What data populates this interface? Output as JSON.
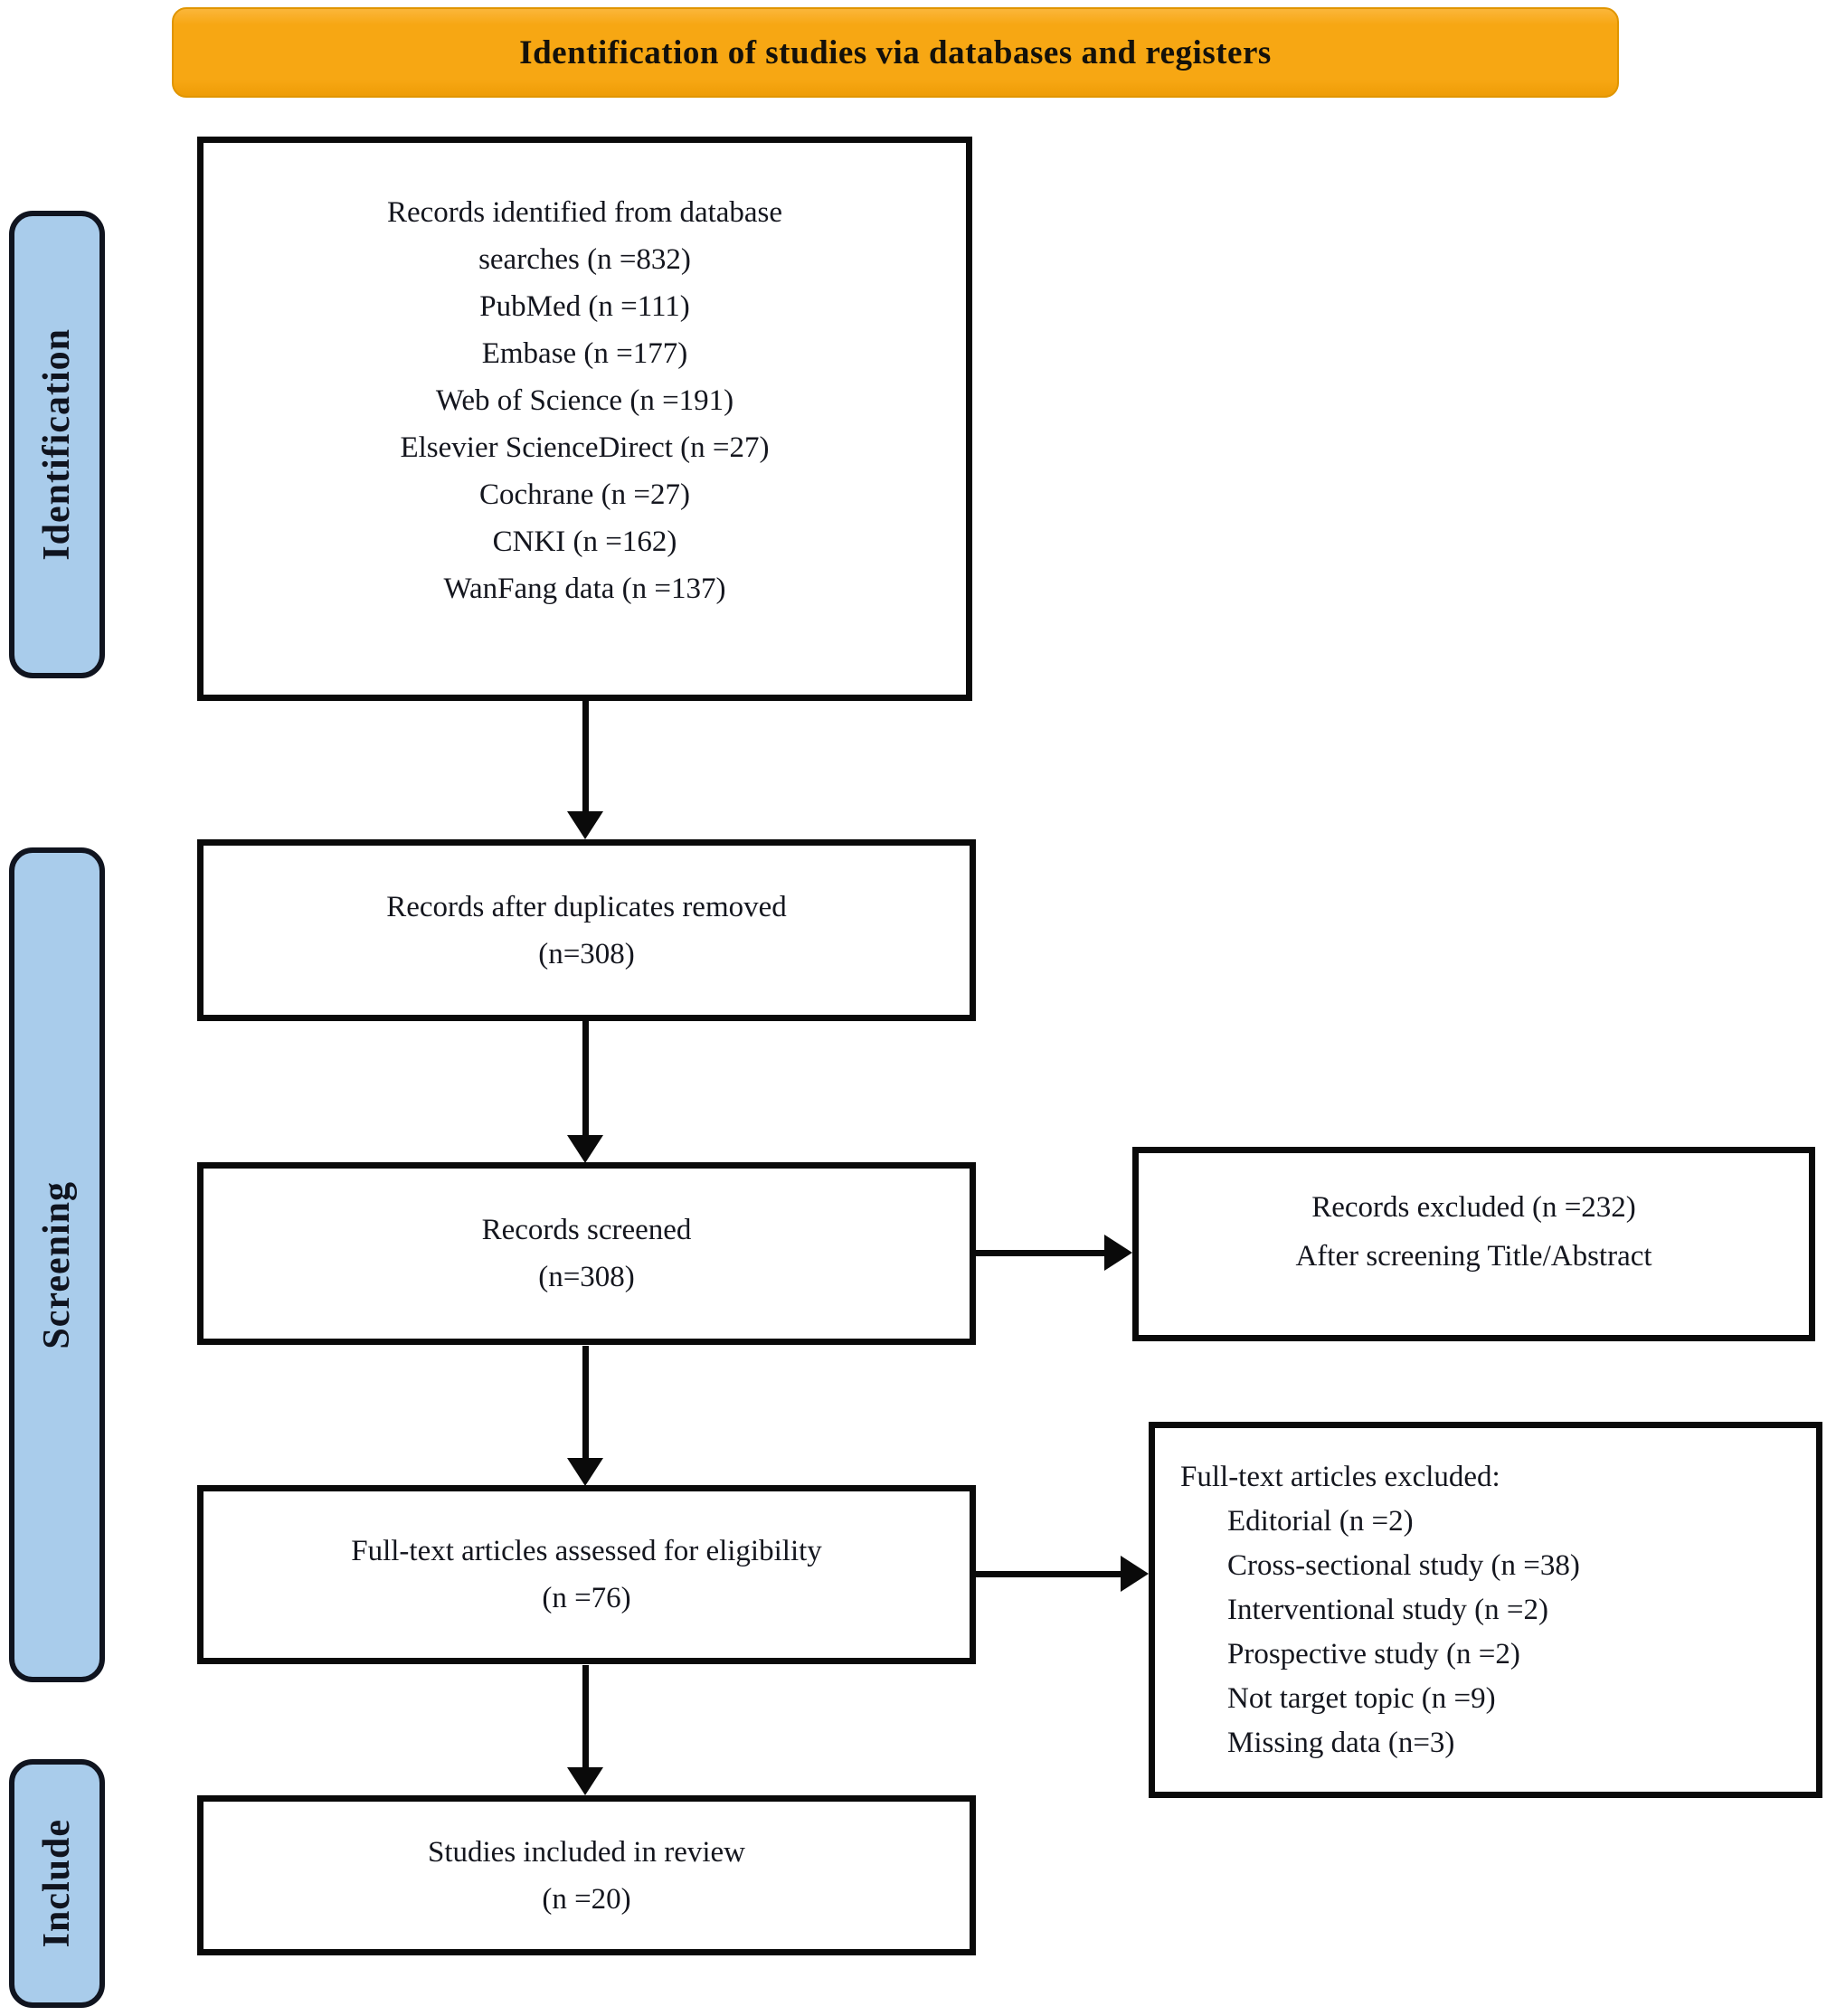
{
  "banner": {
    "title": "Identification of studies via databases and registers"
  },
  "sidebar": {
    "identification_label": "Identification",
    "screening_label": "Screening",
    "include_label": "Include"
  },
  "flow": {
    "identified": {
      "lines": [
        "Records identified from database",
        "searches (n =832)",
        "PubMed (n =111)",
        "Embase (n =177)",
        "Web of Science (n =191)",
        "Elsevier ScienceDirect (n =27)",
        "Cochrane (n =27)",
        "CNKI (n =162)",
        "WanFang data (n =137)"
      ]
    },
    "duplicates_removed": {
      "line1": "Records after duplicates removed",
      "line2": "(n=308)"
    },
    "screened": {
      "line1": "Records screened",
      "line2": "(n=308)"
    },
    "fulltext_assessed": {
      "line1": "Full-text articles assessed for eligibility",
      "line2": "(n =76)"
    },
    "included": {
      "line1": "Studies included in review",
      "line2": "(n =20)"
    },
    "records_excluded": {
      "line1": "Records excluded (n =232)",
      "line2": "After screening Title/Abstract"
    },
    "fulltext_excluded": {
      "header": "Full-text articles excluded:",
      "items": [
        "Editorial (n =2)",
        "Cross-sectional study (n =38)",
        "Interventional study (n =2)",
        "Prospective study (n =2)",
        "Not target topic (n =9)",
        "Missing data (n=3)"
      ]
    }
  },
  "colors": {
    "banner_bg": "#f7a713",
    "stage_bg": "#a9cceb",
    "stage_border": "#10141f",
    "box_border": "#0a0a0a",
    "text": "#14161e"
  }
}
